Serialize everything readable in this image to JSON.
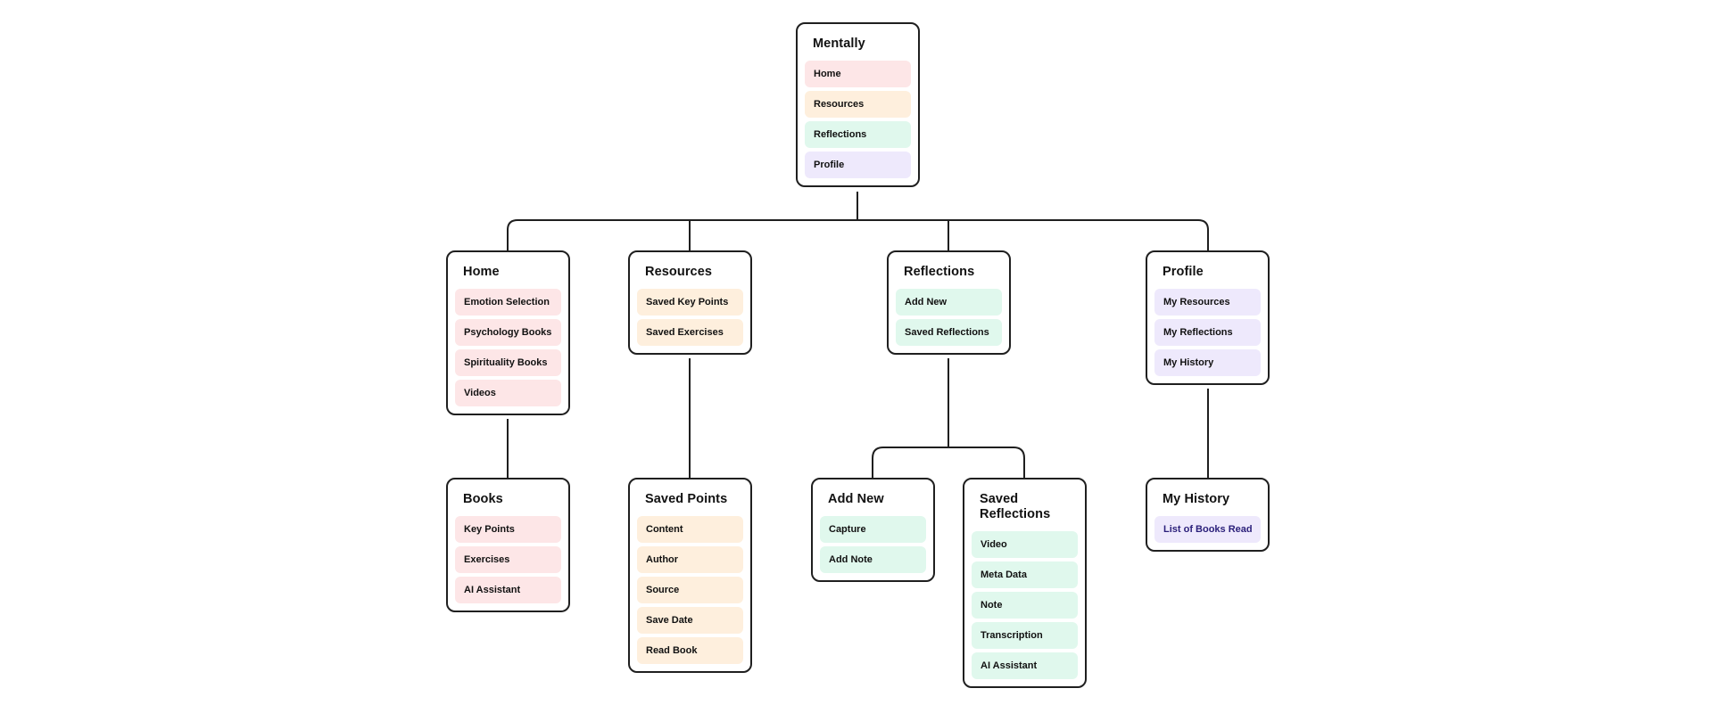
{
  "colors": {
    "home": "#fde6e7",
    "resources": "#feefdd",
    "reflections": "#e0f8ed",
    "profile": "#eee9fc",
    "line": "#1f1f1f",
    "profile_highlight_text": "#2a1f7a"
  },
  "nodes": {
    "root": {
      "title": "Mentally",
      "items": [
        {
          "label": "Home",
          "color": "home"
        },
        {
          "label": "Resources",
          "color": "resources"
        },
        {
          "label": "Reflections",
          "color": "reflections"
        },
        {
          "label": "Profile",
          "color": "profile"
        }
      ]
    },
    "home": {
      "title": "Home",
      "items": [
        {
          "label": "Emotion Selection",
          "color": "home"
        },
        {
          "label": "Psychology Books",
          "color": "home"
        },
        {
          "label": "Spirituality Books",
          "color": "home"
        },
        {
          "label": "Videos",
          "color": "home"
        }
      ]
    },
    "resources": {
      "title": "Resources",
      "items": [
        {
          "label": "Saved Key Points",
          "color": "resources"
        },
        {
          "label": "Saved Exercises",
          "color": "resources"
        }
      ]
    },
    "reflections": {
      "title": "Reflections",
      "items": [
        {
          "label": "Add New",
          "color": "reflections"
        },
        {
          "label": "Saved Reflections",
          "color": "reflections"
        }
      ]
    },
    "profile": {
      "title": "Profile",
      "items": [
        {
          "label": "My Resources",
          "color": "profile"
        },
        {
          "label": "My Reflections",
          "color": "profile"
        },
        {
          "label": "My History",
          "color": "profile"
        }
      ]
    },
    "books": {
      "title": "Books",
      "items": [
        {
          "label": "Key Points",
          "color": "home"
        },
        {
          "label": "Exercises",
          "color": "home"
        },
        {
          "label": "AI Assistant",
          "color": "home"
        }
      ]
    },
    "saved_points": {
      "title": "Saved Points",
      "items": [
        {
          "label": "Content",
          "color": "resources"
        },
        {
          "label": "Author",
          "color": "resources"
        },
        {
          "label": "Source",
          "color": "resources"
        },
        {
          "label": "Save Date",
          "color": "resources"
        },
        {
          "label": "Read Book",
          "color": "resources"
        }
      ]
    },
    "add_new": {
      "title": "Add New",
      "items": [
        {
          "label": "Capture",
          "color": "reflections"
        },
        {
          "label": "Add Note",
          "color": "reflections"
        }
      ]
    },
    "saved_reflections": {
      "title": "Saved Reflections",
      "items": [
        {
          "label": "Video",
          "color": "reflections"
        },
        {
          "label": "Meta Data",
          "color": "reflections"
        },
        {
          "label": "Note",
          "color": "reflections"
        },
        {
          "label": "Transcription",
          "color": "reflections"
        },
        {
          "label": "AI Assistant",
          "color": "reflections"
        }
      ]
    },
    "my_history": {
      "title": "My History",
      "items": [
        {
          "label": "List of Books Read",
          "color": "profile",
          "highlight": true
        }
      ]
    }
  }
}
